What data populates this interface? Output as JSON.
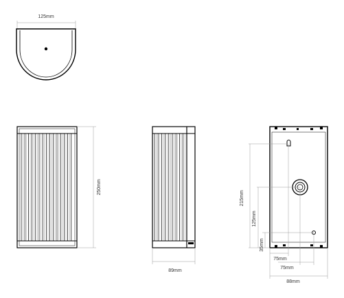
{
  "drawing": {
    "top_view": {
      "width_label": "125mm"
    },
    "front_view": {
      "height_label": "250mm"
    },
    "side_view": {
      "depth_label": "89mm"
    },
    "back_view": {
      "overall_height_label": "215mm",
      "center_height_label": "125mm",
      "bottom_offset_label": "35mm",
      "hole_spacing_upper_label": "75mm",
      "hole_spacing_lower_label": "75mm",
      "base_width_label": "88mm"
    }
  }
}
